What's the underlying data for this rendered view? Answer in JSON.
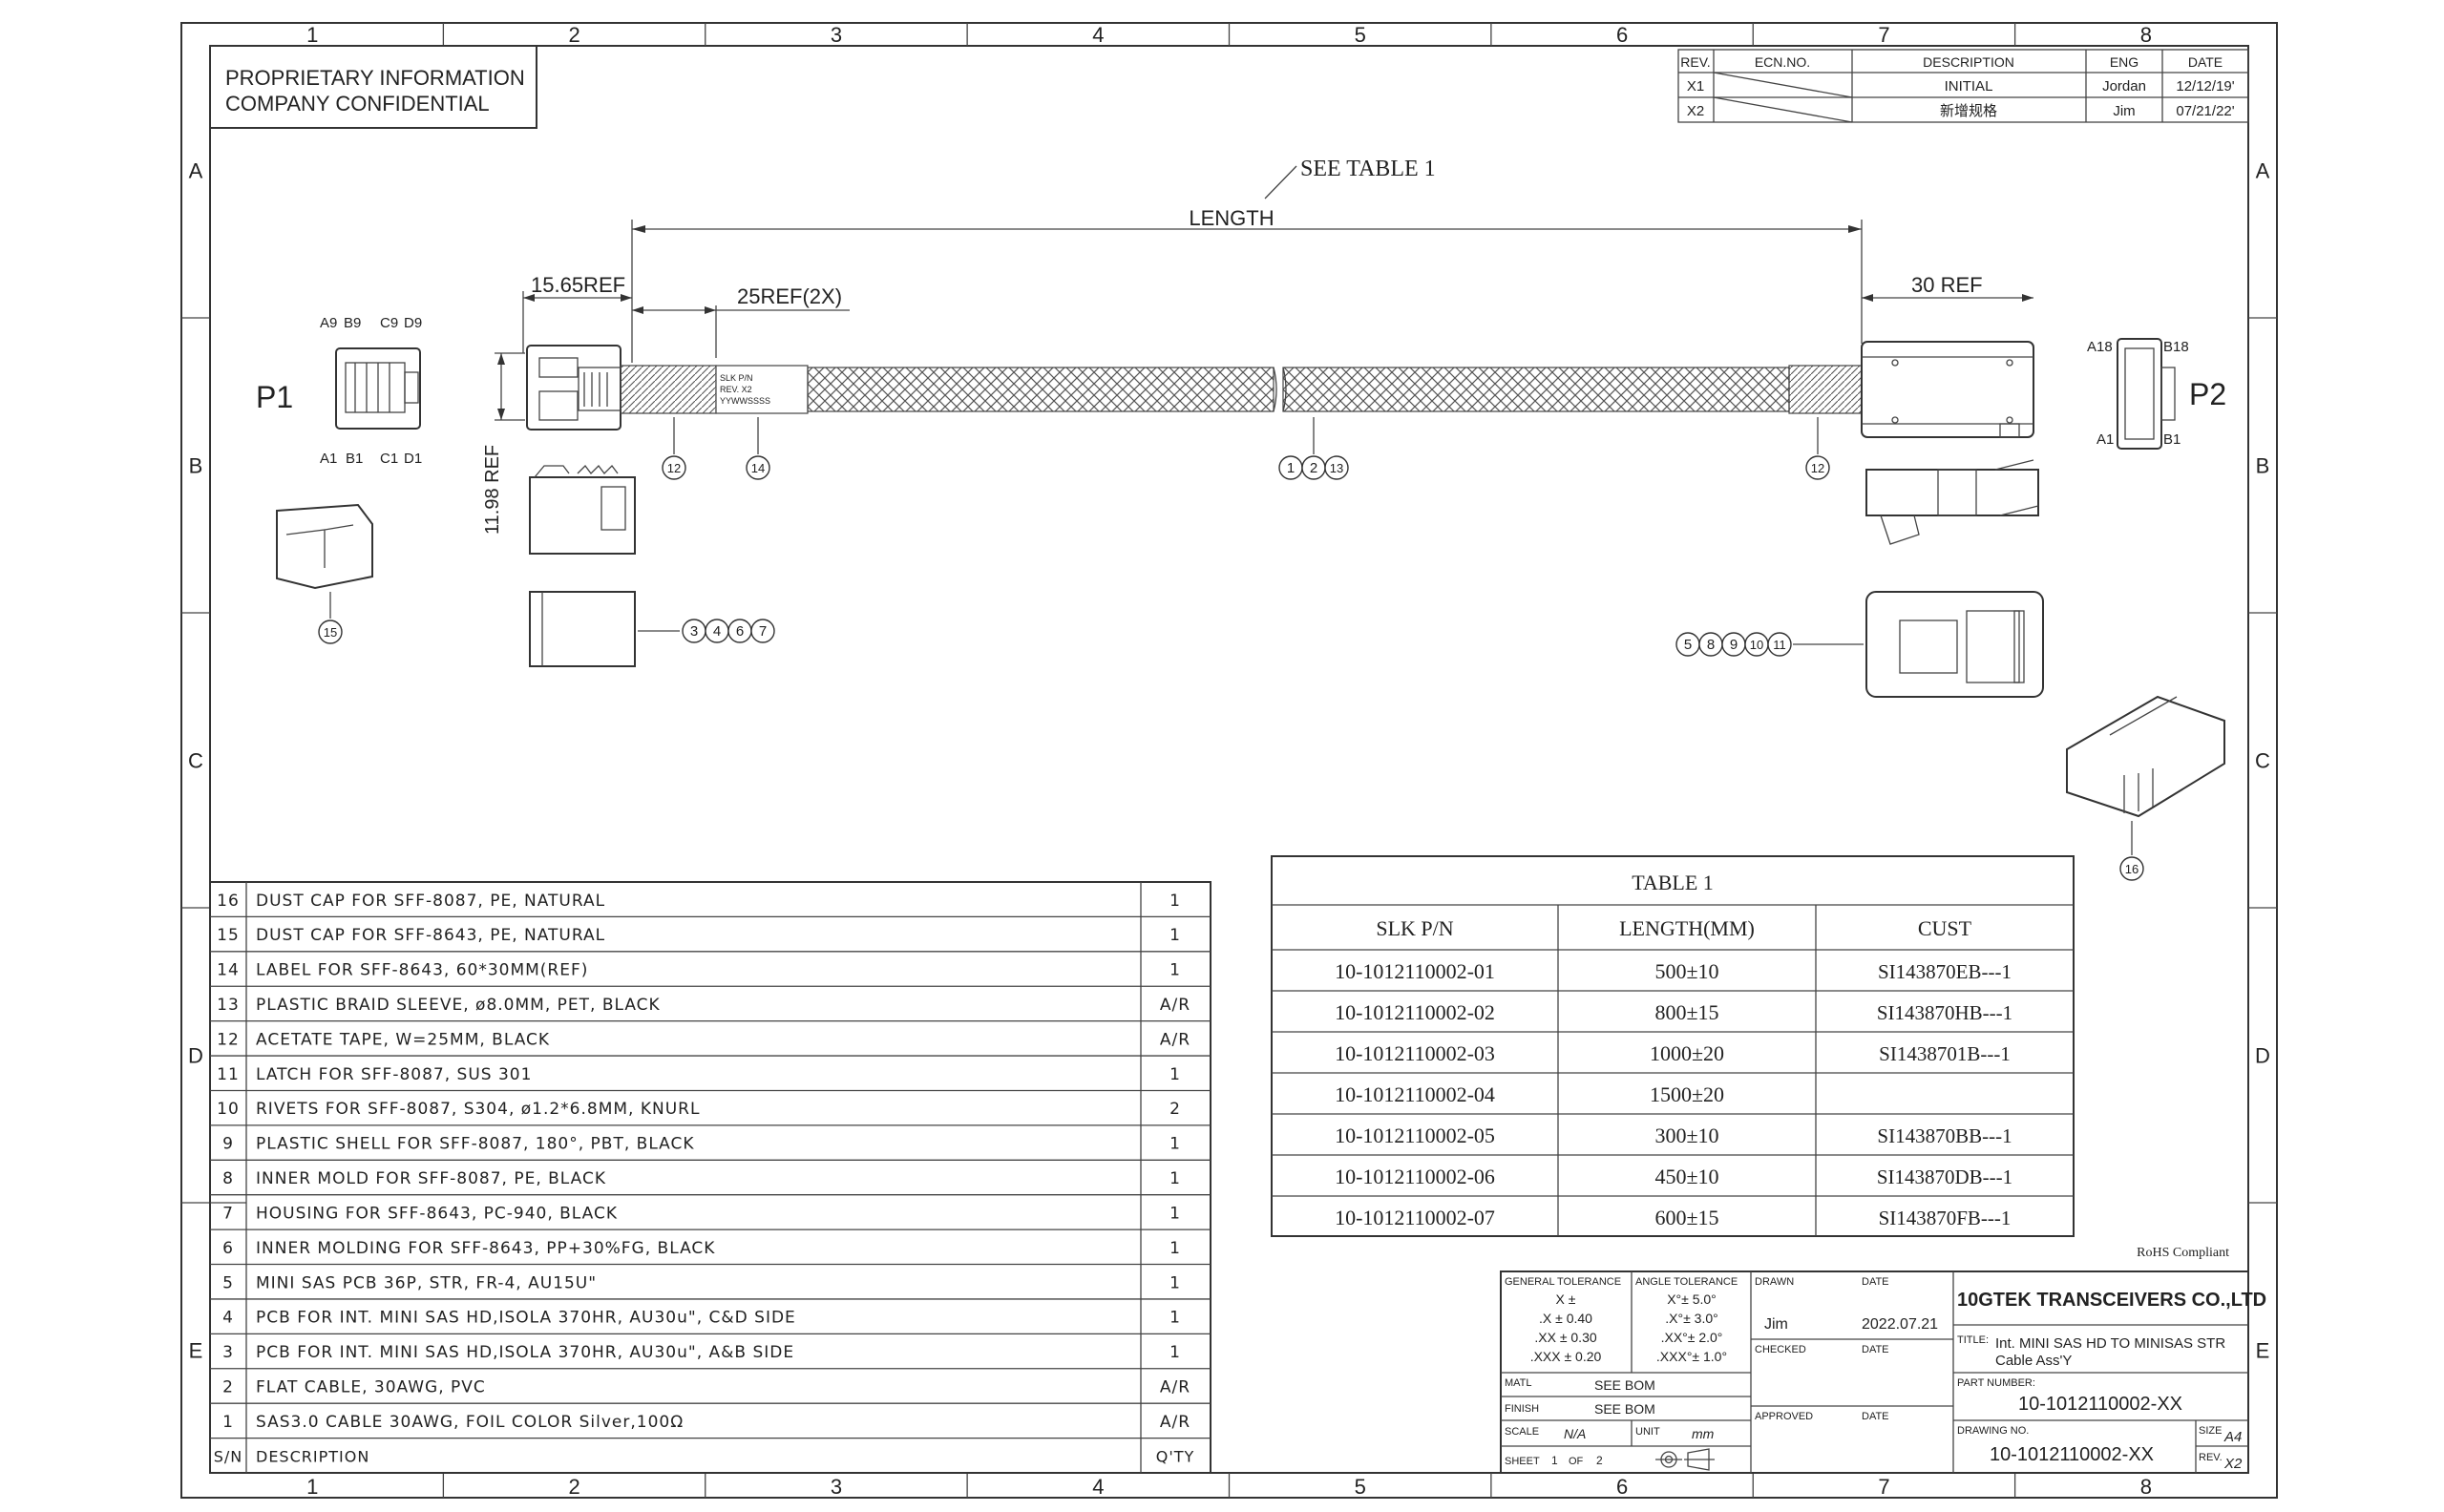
{
  "frame": {
    "columns": [
      "1",
      "2",
      "3",
      "4",
      "5",
      "6",
      "7",
      "8"
    ],
    "rows": [
      "A",
      "B",
      "C",
      "D",
      "E"
    ]
  },
  "proprietary": {
    "line1": "PROPRIETARY INFORMATION",
    "line2": "COMPANY CONFIDENTIAL"
  },
  "revision_table": {
    "headers": [
      "REV.",
      "ECN.NO.",
      "DESCRIPTION",
      "ENG",
      "DATE"
    ],
    "rows": [
      {
        "rev": "X1",
        "ecn": "",
        "description": "INITIAL",
        "eng": "Jordan",
        "date": "12/12/19'"
      },
      {
        "rev": "X2",
        "ecn": "",
        "description": "新增规格",
        "eng": "Jim",
        "date": "07/21/22'"
      }
    ]
  },
  "drawing": {
    "see_table": "SEE TABLE 1",
    "length_label": "LENGTH",
    "dim_15_65": "15.65REF",
    "dim_25ref": "25REF(2X)",
    "dim_30ref": "30 REF",
    "dim_11_98": "11.98 REF",
    "p1": "P1",
    "p2": "P2",
    "p1_pins": {
      "a9": "A9",
      "b9": "B9",
      "c9": "C9",
      "d9": "D9",
      "a1": "A1",
      "b1": "B1",
      "c1": "C1",
      "d1": "D1"
    },
    "p2_pins": {
      "a18": "A18",
      "b18": "B18",
      "a1": "A1",
      "b1": "B1"
    },
    "label_line1": "SLK P/N",
    "label_line2": "REV. X2",
    "label_line3": "YYWWSSSS",
    "callouts": {
      "c12_left": "12",
      "c14": "14",
      "c1": "1",
      "c2": "2",
      "c13": "13",
      "c12_right": "12",
      "c15": "15",
      "c3": "3",
      "c4": "4",
      "c6": "6",
      "c7": "7",
      "c5": "5",
      "c8": "8",
      "c9": "9",
      "c10": "10",
      "c11": "11",
      "c16": "16"
    }
  },
  "bom": {
    "rows": [
      {
        "no": "16",
        "desc": "DUST CAP FOR SFF-8087, PE, NATURAL",
        "qty": "1"
      },
      {
        "no": "15",
        "desc": "DUST CAP FOR SFF-8643, PE, NATURAL",
        "qty": "1"
      },
      {
        "no": "14",
        "desc": "LABEL FOR SFF-8643, 60*30MM(REF)",
        "qty": "1"
      },
      {
        "no": "13",
        "desc": "PLASTIC BRAID SLEEVE, ø8.0MM, PET, BLACK",
        "qty": "A/R"
      },
      {
        "no": "12",
        "desc": "ACETATE TAPE, W=25MM, BLACK",
        "qty": "A/R"
      },
      {
        "no": "11",
        "desc": "LATCH FOR SFF-8087, SUS 301",
        "qty": "1"
      },
      {
        "no": "10",
        "desc": "RIVETS FOR SFF-8087, S304, ø1.2*6.8MM, KNURL",
        "qty": "2"
      },
      {
        "no": "9",
        "desc": "PLASTIC SHELL FOR SFF-8087, 180°, PBT, BLACK",
        "qty": "1"
      },
      {
        "no": "8",
        "desc": "INNER MOLD FOR SFF-8087, PE, BLACK",
        "qty": "1"
      },
      {
        "no": "7",
        "desc": "HOUSING FOR SFF-8643, PC-940, BLACK",
        "qty": "1"
      },
      {
        "no": "6",
        "desc": "INNER MOLDING FOR SFF-8643, PP+30%FG, BLACK",
        "qty": "1"
      },
      {
        "no": "5",
        "desc": "MINI SAS PCB 36P, STR, FR-4, AU15U\"",
        "qty": "1"
      },
      {
        "no": "4",
        "desc": "PCB FOR INT. MINI SAS HD,ISOLA 370HR, AU30u\", C&D SIDE",
        "qty": "1"
      },
      {
        "no": "3",
        "desc": "PCB FOR INT. MINI SAS HD,ISOLA 370HR, AU30u\", A&B SIDE",
        "qty": "1"
      },
      {
        "no": "2",
        "desc": "FLAT CABLE, 30AWG, PVC",
        "qty": "A/R"
      },
      {
        "no": "1",
        "desc": "SAS3.0 CABLE 30AWG, FOIL COLOR Silver,100Ω",
        "qty": "A/R"
      }
    ],
    "footer": {
      "no": "S/N",
      "desc": "DESCRIPTION",
      "qty": "Q'TY"
    }
  },
  "table1": {
    "title": "TABLE 1",
    "headers": [
      "SLK P/N",
      "LENGTH(MM)",
      "CUST"
    ],
    "rows": [
      {
        "pn": "10-1012110002-01",
        "length": "500±10",
        "cust": "SI143870EB---1"
      },
      {
        "pn": "10-1012110002-02",
        "length": "800±15",
        "cust": "SI143870HB---1"
      },
      {
        "pn": "10-1012110002-03",
        "length": "1000±20",
        "cust": "SI1438701B---1"
      },
      {
        "pn": "10-1012110002-04",
        "length": "1500±20",
        "cust": ""
      },
      {
        "pn": "10-1012110002-05",
        "length": "300±10",
        "cust": "SI143870BB---1"
      },
      {
        "pn": "10-1012110002-06",
        "length": "450±10",
        "cust": "SI143870DB---1"
      },
      {
        "pn": "10-1012110002-07",
        "length": "600±15",
        "cust": "SI143870FB---1"
      }
    ],
    "rohs": "RoHS Compliant"
  },
  "title_block": {
    "general_tolerance": "GENERAL TOLERANCE",
    "tol_x": "X ±",
    "tol_x1": ".X ± 0.40",
    "tol_x2": ".XX ± 0.30",
    "tol_x3": ".XXX ± 0.20",
    "angle_tolerance": "ANGLE TOLERANCE",
    "ang_x": "X°± 5.0°",
    "ang_x1": ".X°± 3.0°",
    "ang_x2": ".XX°± 2.0°",
    "ang_x3": ".XXX°± 1.0°",
    "drawn": "DRAWN",
    "date_label": "DATE",
    "drawn_by": "Jim",
    "drawn_date": "2022.07.21",
    "checked": "CHECKED",
    "approved": "APPROVED",
    "matl": "MATL",
    "matl_val": "SEE BOM",
    "finish": "FINISH",
    "finish_val": "SEE BOM",
    "scale": "SCALE",
    "scale_val": "N/A",
    "unit": "UNIT",
    "unit_val": "mm",
    "sheet_label": "SHEET",
    "sheet_no": "1",
    "of_label": "OF",
    "sheet_total": "2",
    "company": "10GTEK TRANSCEIVERS CO.,LTD",
    "title_label": "TITLE:",
    "title_line1": "Int. MINI SAS HD TO MINISAS STR",
    "title_line2": "Cable Ass'Y",
    "part_number_label": "PART NUMBER:",
    "part_number": "10-1012110002-XX",
    "drawing_no_label": "DRAWING NO.",
    "drawing_no": "10-1012110002-XX",
    "size_label": "SIZE",
    "size_val": "A4",
    "rev_label": "REV.",
    "rev_val": "X2"
  }
}
